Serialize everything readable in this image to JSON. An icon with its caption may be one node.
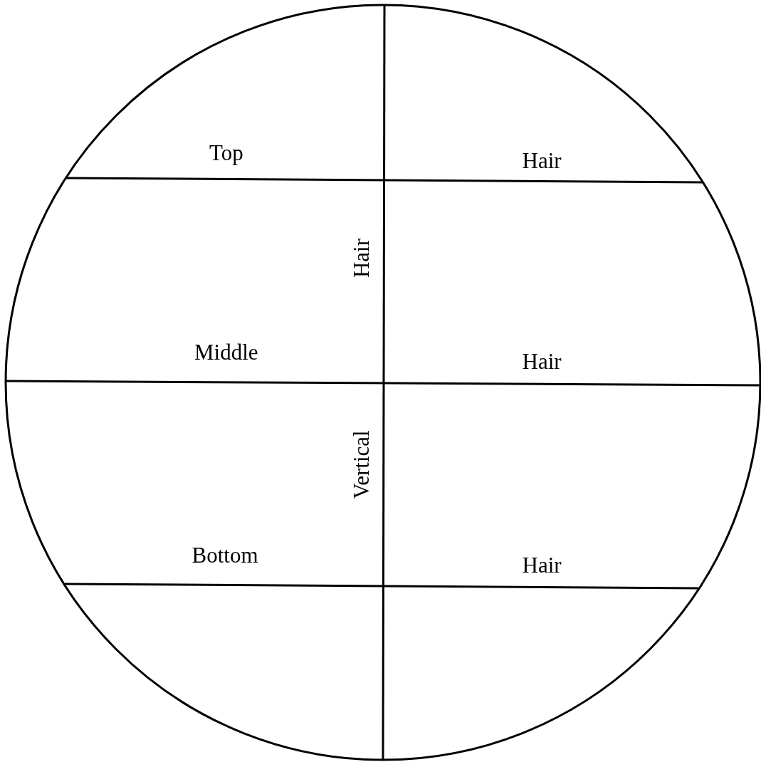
{
  "diagram": {
    "labels": [
      "Top",
      "Hair",
      "Hair",
      "Middle",
      "Hair",
      "Vertical",
      "Bottom",
      "Hair"
    ]
  }
}
